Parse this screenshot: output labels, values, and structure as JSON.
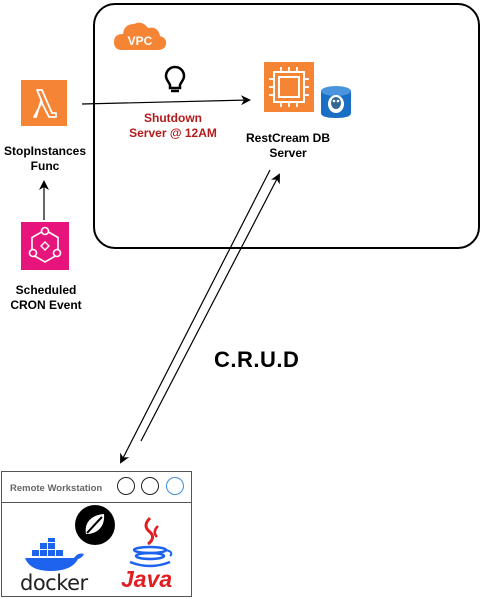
{
  "vpc": {
    "badge": "VPC",
    "badge_color": "#f58534"
  },
  "lambda": {
    "label_line1": "StopInstances",
    "label_line2": "Func",
    "color": "#f58534"
  },
  "event": {
    "label_line1": "Scheduled",
    "label_line2": "CRON Event",
    "color": "#e7157b"
  },
  "annotation": {
    "line1": "Shutdown",
    "line2": "Server @ 12AM",
    "color": "#b31b1b"
  },
  "server": {
    "label_line1": "RestCream DB",
    "label_line2": "Server",
    "color": "#f58534",
    "db_color": "#1a6fc4"
  },
  "crud": {
    "label": "C.R.U.D"
  },
  "workstation": {
    "title": "Remote Workstation",
    "circle_colors": [
      "#222222",
      "#222222",
      "#3d8fd9"
    ],
    "docker_text": "docker",
    "java_text": "Java",
    "docker_color": "#1d63ed",
    "java_color": "#e11e22"
  }
}
